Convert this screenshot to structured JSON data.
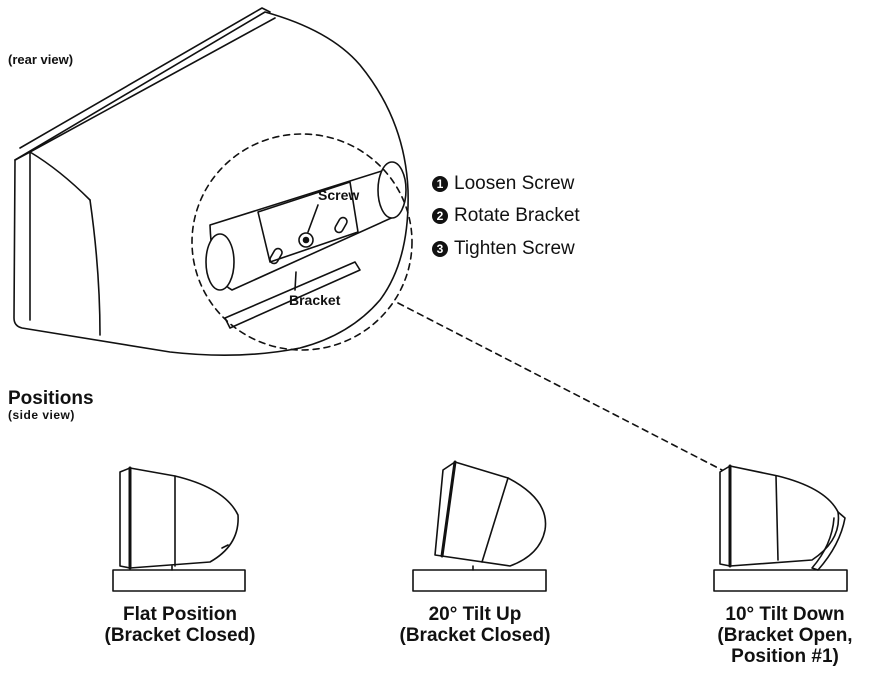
{
  "labels": {
    "rear_view": "(rear view)",
    "screw": "Screw",
    "bracket": "Bracket",
    "positions_title": "Positions",
    "positions_sub": "(side  view)"
  },
  "steps": [
    {
      "num": "1",
      "text": "Loosen Screw"
    },
    {
      "num": "2",
      "text": "Rotate Bracket"
    },
    {
      "num": "3",
      "text": "Tighten Screw"
    }
  ],
  "positions": [
    {
      "line1": "Flat Position",
      "line2": "(Bracket Closed)",
      "line3": ""
    },
    {
      "line1": "20° Tilt Up",
      "line2": "(Bracket Closed)",
      "line3": ""
    },
    {
      "line1": "10° Tilt Down",
      "line2": "(Bracket Open,",
      "line3": "Position #1)"
    }
  ]
}
